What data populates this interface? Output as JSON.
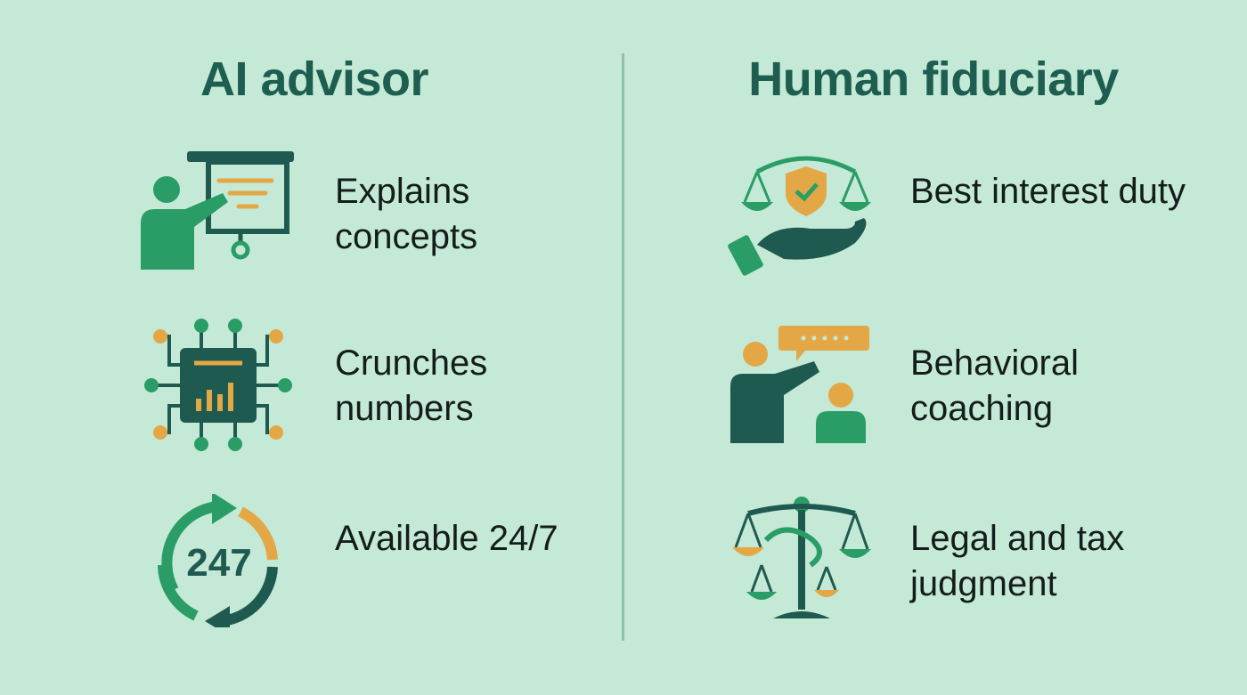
{
  "left": {
    "title": "AI advisor",
    "items": [
      {
        "label": "Explains concepts",
        "icon": "presentation-icon"
      },
      {
        "label": "Crunches numbers",
        "icon": "chip-chart-icon"
      },
      {
        "label": "Available 24/7",
        "icon": "clock-cycle-icon",
        "icon_text": "247"
      }
    ]
  },
  "right": {
    "title": "Human fiduciary",
    "items": [
      {
        "label": "Best interest duty",
        "icon": "scales-hand-shield-icon"
      },
      {
        "label": "Behavioral coaching",
        "icon": "coaching-icon"
      },
      {
        "label": "Legal and tax judgment",
        "icon": "justice-scales-icon"
      }
    ]
  },
  "colors": {
    "background": "#c4e9d6",
    "title": "#1d5e50",
    "dark_teal": "#1f5a50",
    "green": "#2a9d66",
    "gold": "#e3a845",
    "divider": "#8ec0aa"
  }
}
